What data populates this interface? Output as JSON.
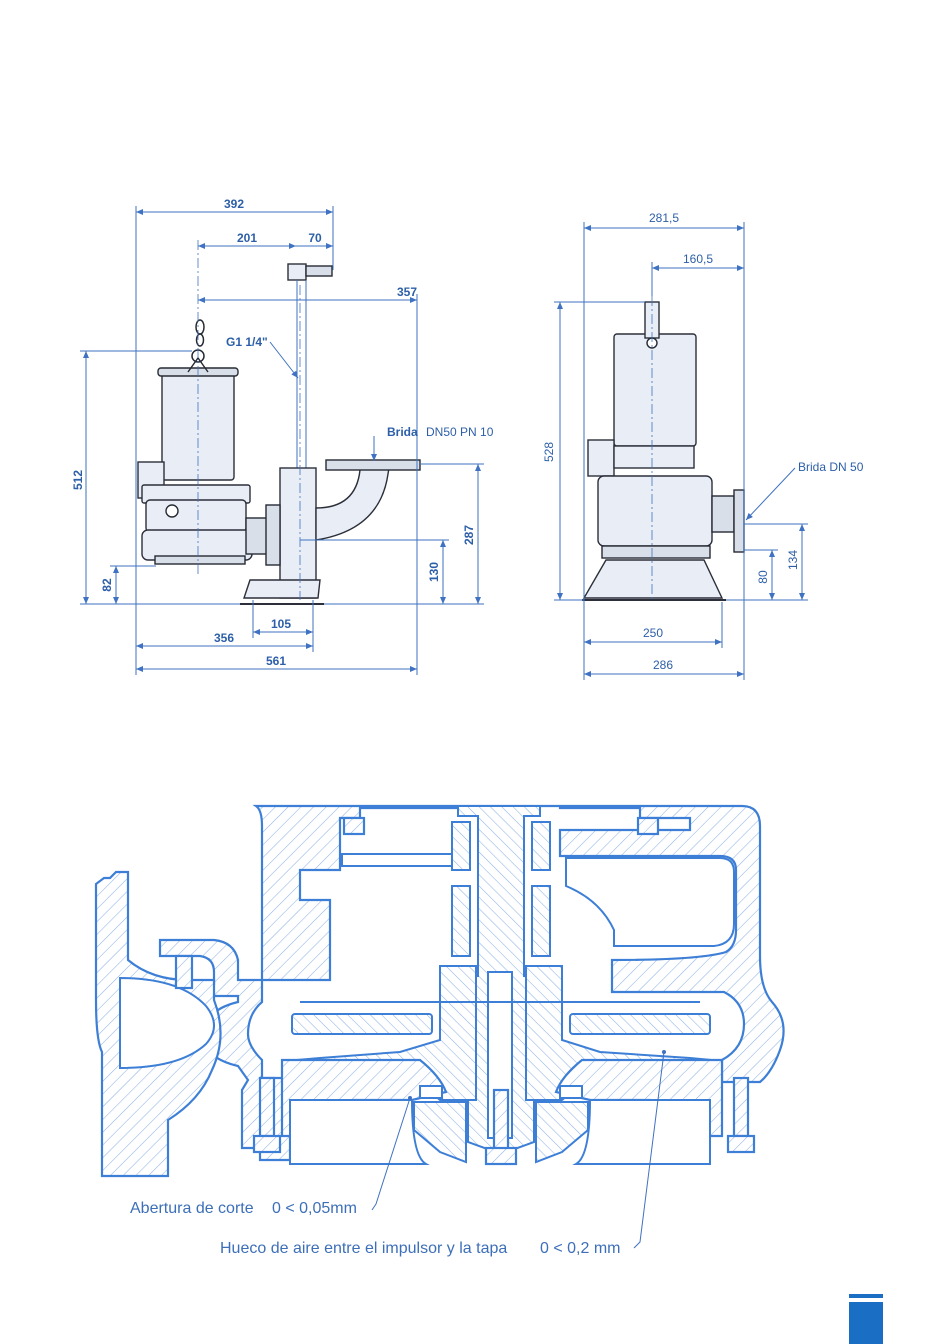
{
  "side_view": {
    "dims": {
      "d392": "392",
      "d201": "201",
      "d70": "70",
      "d357": "357",
      "d512": "512",
      "d82": "82",
      "d287": "287",
      "d130": "130",
      "d105": "105",
      "d356": "356",
      "d561": "561"
    },
    "labels": {
      "thread": "G1 1/4\"",
      "flange_word": "Brida",
      "flange_spec": "DN50 PN 10"
    }
  },
  "front_view": {
    "dims": {
      "d281_5": "281,5",
      "d160_5": "160,5",
      "d528": "528",
      "d134": "134",
      "d80": "80",
      "d250": "250",
      "d286": "286"
    },
    "labels": {
      "flange": "Brida DN 50"
    }
  },
  "section": {
    "cut_gap_label": "Abertura de corte",
    "cut_gap_value": "0 < 0,05mm",
    "air_gap_label": "Hueco de aire entre el impulsor y la tapa",
    "air_gap_value": "0 < 0,2 mm"
  },
  "colors": {
    "line_blue": "#3f72c2",
    "section_blue": "#3d7fd6",
    "accent_block": "#1a6fc4"
  }
}
